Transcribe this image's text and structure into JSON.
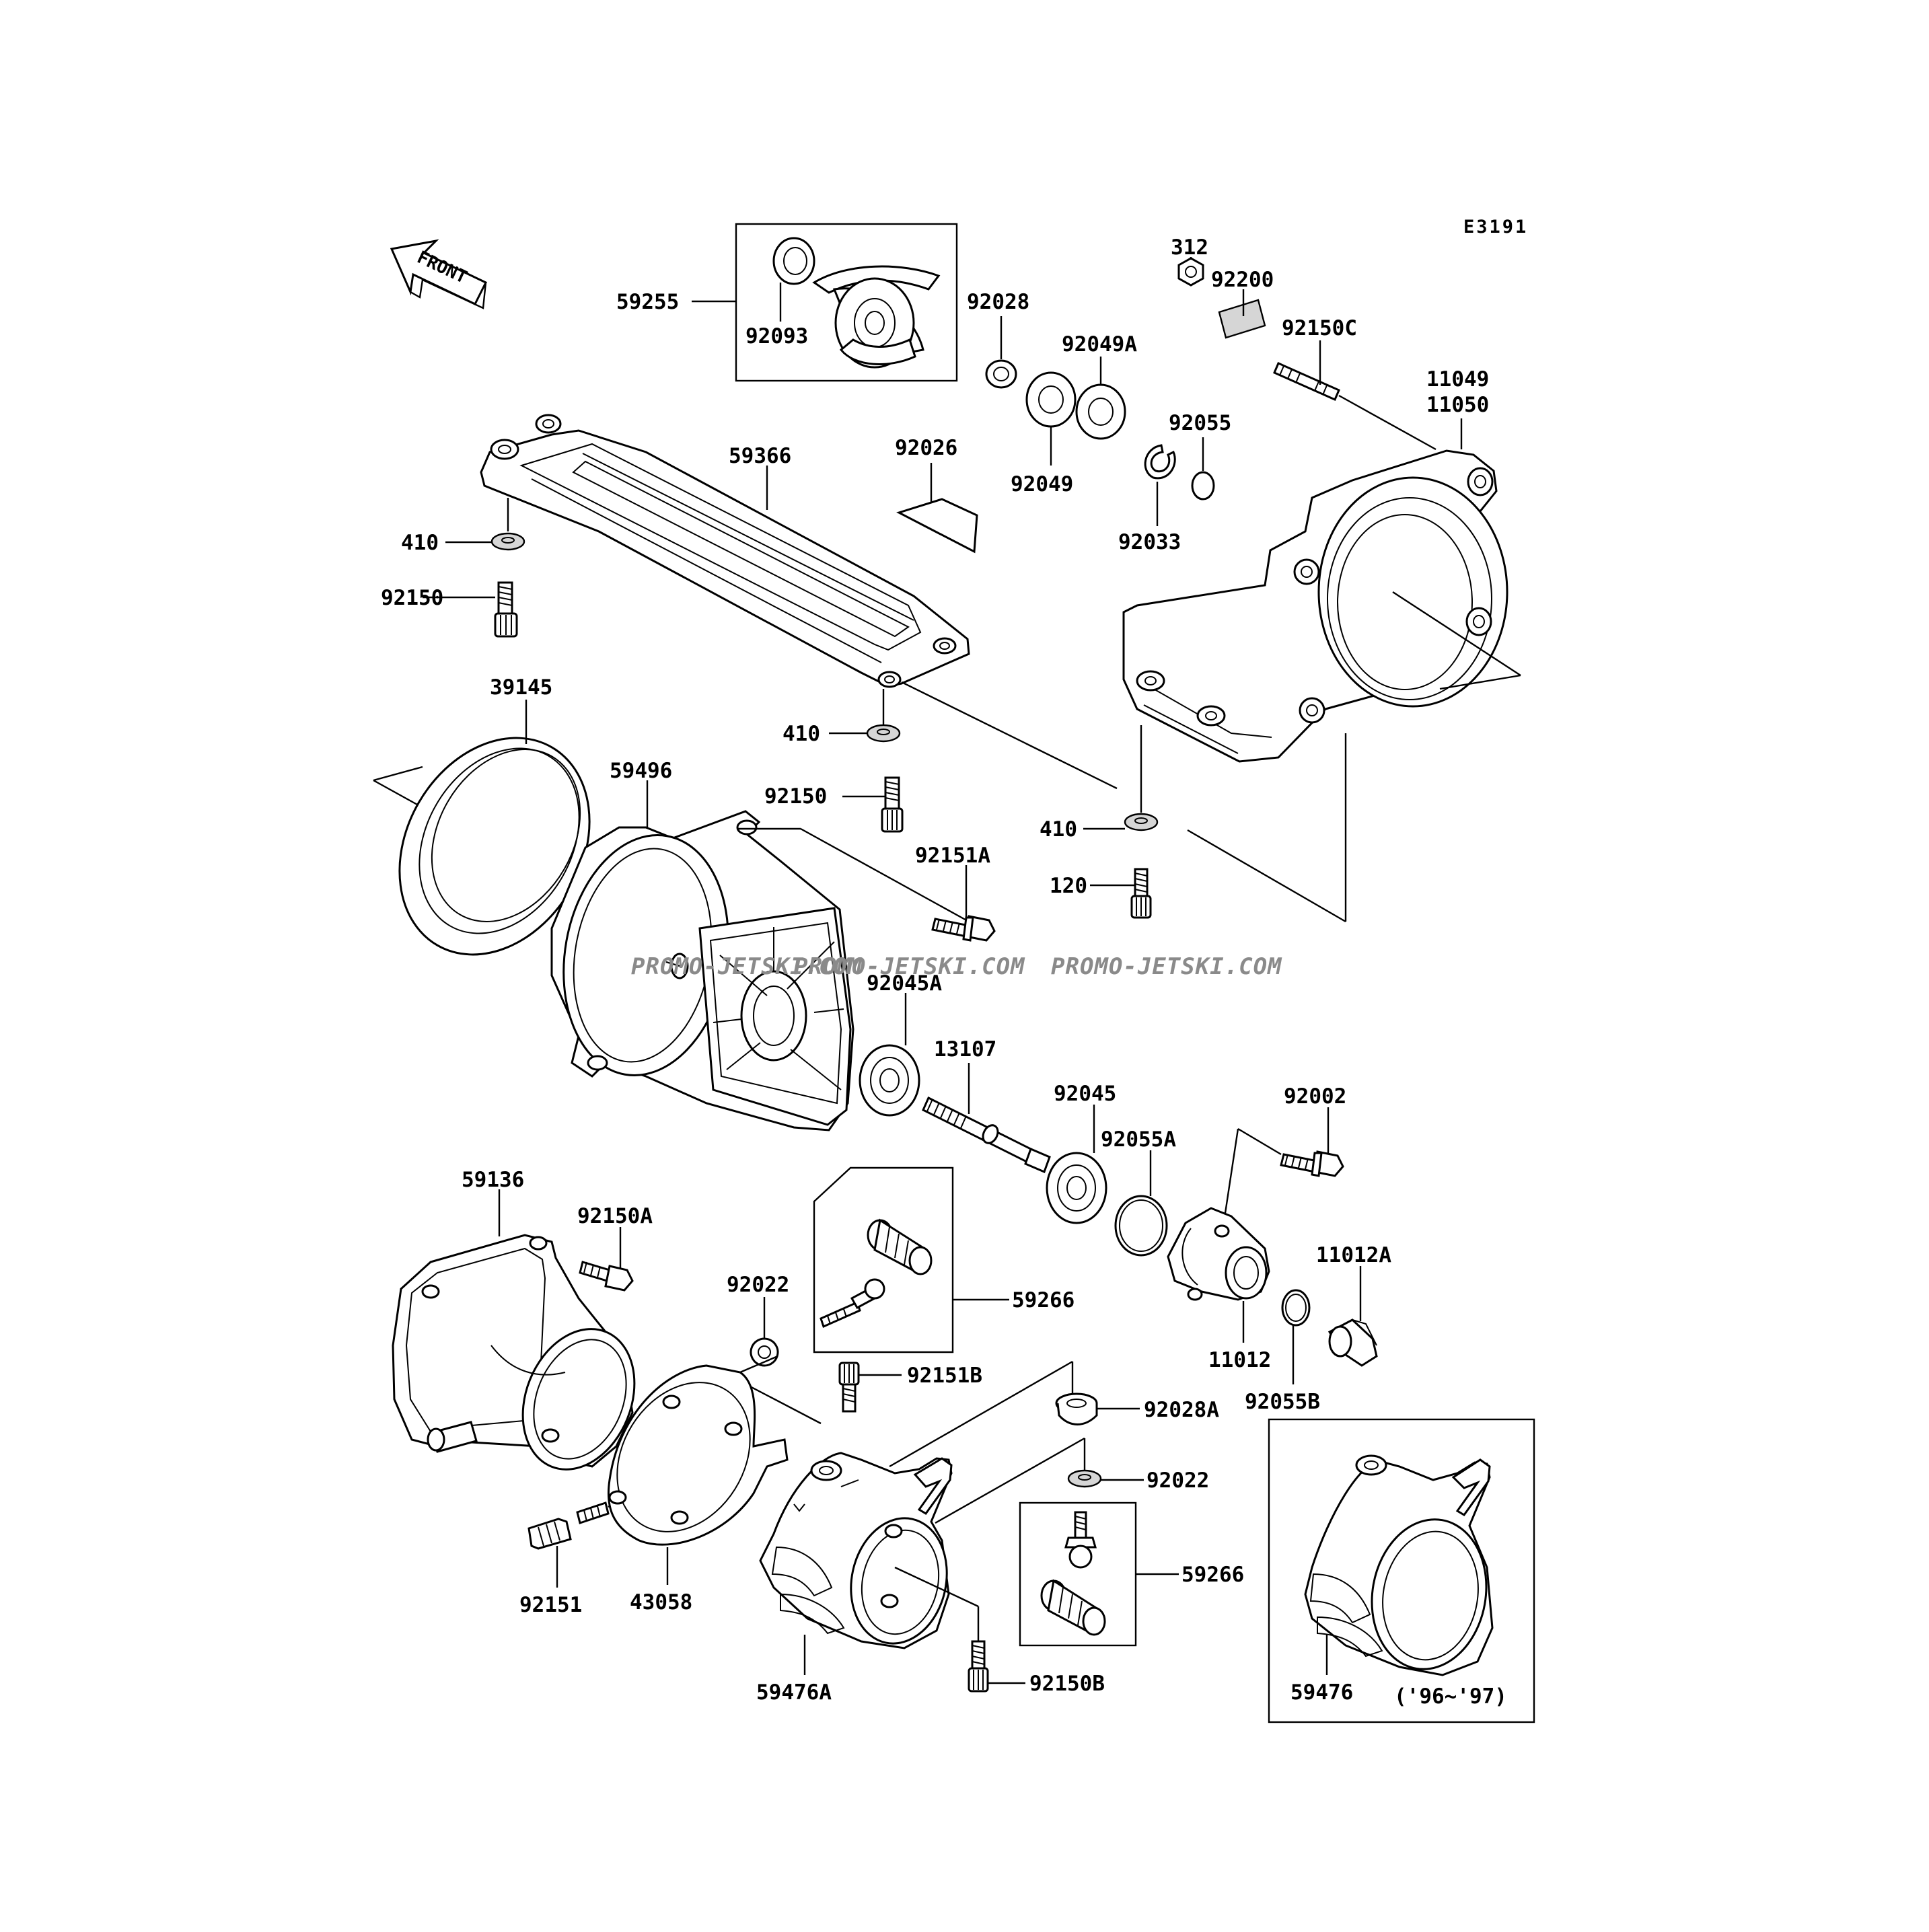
{
  "diagram": {
    "code": "E3191",
    "front_tag": "FRONT",
    "watermark": "PROMO-JETSKI.COM",
    "year_note": "('96~'97)"
  },
  "part_labels": [
    "59255",
    "92093",
    "92028",
    "92049A",
    "92049",
    "312",
    "92200",
    "92150C",
    "11049",
    "11050",
    "92055",
    "92033",
    "59366",
    "92026",
    "410",
    "92150",
    "39145",
    "59496",
    "92150",
    "410",
    "92151A",
    "410",
    "120",
    "92045A",
    "13107",
    "92045",
    "92055A",
    "92002",
    "59136",
    "92150A",
    "92022",
    "59266",
    "11012",
    "11012A",
    "92055B",
    "92151B",
    "92028A",
    "92022",
    "59266",
    "92151",
    "43058",
    "59476A",
    "92150B",
    "59476"
  ]
}
